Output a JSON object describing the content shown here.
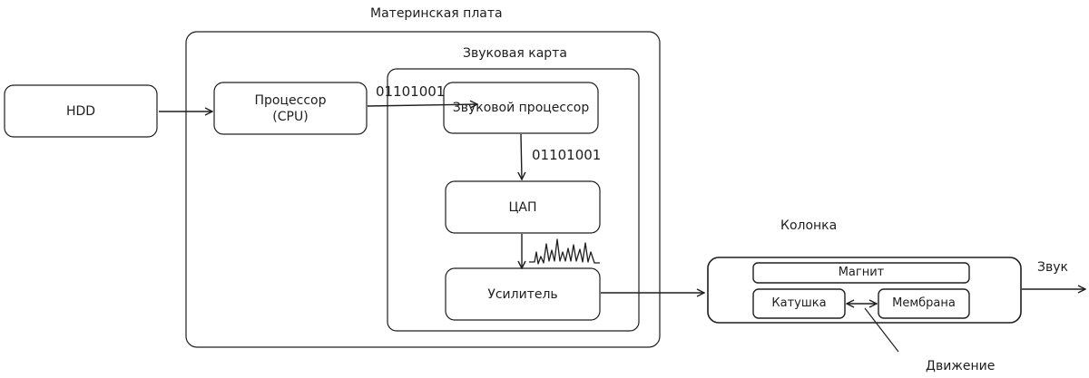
{
  "groups": {
    "motherboard": "Материнская плата",
    "soundcard": "Звуковая карта",
    "speaker": "Колонка"
  },
  "nodes": {
    "hdd": "HDD",
    "cpu_line1": "Процессор",
    "cpu_line2": "(CPU)",
    "sound_processor": "Звуковой процессор",
    "dac": "ЦАП",
    "amplifier": "Усилитель",
    "magnet": "Магнит",
    "coil": "Катушка",
    "membrane": "Мембрана"
  },
  "labels": {
    "binary_top": "01101001",
    "binary_mid": "01101001",
    "sound": "Звук",
    "movement": "Движение"
  }
}
